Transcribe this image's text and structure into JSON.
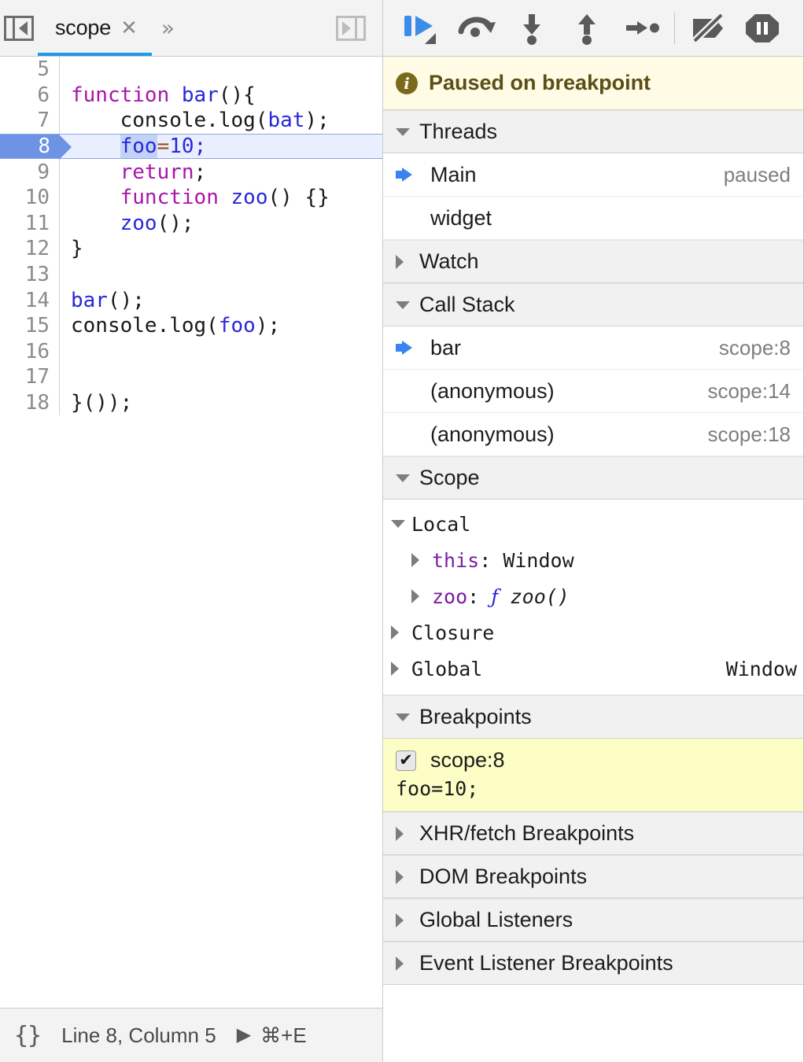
{
  "editor_toolbar": {
    "navigator_toggle_icon": "show-navigator-icon",
    "debugger_toggle_icon": "show-debugger-icon",
    "tabs": [
      {
        "label": "scope",
        "active": true,
        "close_icon": "close-icon"
      }
    ],
    "more_tabs_icon": "chevron-double-right-icon",
    "close_glyph": "✕",
    "more_glyph": "»"
  },
  "code": {
    "lines": [
      {
        "num": "5",
        "tokens": []
      },
      {
        "num": "6",
        "tokens": [
          {
            "t": "function",
            "c": "kw"
          },
          {
            "t": " ",
            "c": "pln"
          },
          {
            "t": "bar",
            "c": "id"
          },
          {
            "t": "(){",
            "c": "pln"
          }
        ]
      },
      {
        "num": "7",
        "tokens": [
          {
            "t": "    console.log(",
            "c": "pln"
          },
          {
            "t": "bat",
            "c": "id"
          },
          {
            "t": ");",
            "c": "pln"
          }
        ]
      },
      {
        "num": "8",
        "paused": true,
        "tokens": [
          {
            "t": "    ",
            "c": "pln"
          },
          {
            "t": "foo",
            "c": "id sel"
          },
          {
            "t": "=",
            "c": "op"
          },
          {
            "t": "10",
            "c": "num"
          },
          {
            "t": ";",
            "c": "num"
          }
        ]
      },
      {
        "num": "9",
        "tokens": [
          {
            "t": "    ",
            "c": "pln"
          },
          {
            "t": "return",
            "c": "kw"
          },
          {
            "t": ";",
            "c": "pln"
          }
        ]
      },
      {
        "num": "10",
        "tokens": [
          {
            "t": "    ",
            "c": "pln"
          },
          {
            "t": "function",
            "c": "kw"
          },
          {
            "t": " ",
            "c": "pln"
          },
          {
            "t": "zoo",
            "c": "id"
          },
          {
            "t": "() {}",
            "c": "pln"
          }
        ]
      },
      {
        "num": "11",
        "tokens": [
          {
            "t": "    ",
            "c": "pln"
          },
          {
            "t": "zoo",
            "c": "id"
          },
          {
            "t": "();",
            "c": "pln"
          }
        ]
      },
      {
        "num": "12",
        "tokens": [
          {
            "t": "}",
            "c": "pln"
          }
        ]
      },
      {
        "num": "13",
        "tokens": []
      },
      {
        "num": "14",
        "tokens": [
          {
            "t": "bar",
            "c": "id"
          },
          {
            "t": "();",
            "c": "pln"
          }
        ]
      },
      {
        "num": "15",
        "tokens": [
          {
            "t": "console.log(",
            "c": "pln"
          },
          {
            "t": "foo",
            "c": "id"
          },
          {
            "t": ");",
            "c": "pln"
          }
        ]
      },
      {
        "num": "16",
        "tokens": []
      },
      {
        "num": "17",
        "tokens": []
      },
      {
        "num": "18",
        "tokens": [
          {
            "t": "}());",
            "c": "pln"
          }
        ]
      }
    ]
  },
  "statusbar": {
    "pretty_print_label": "{}",
    "cursor_position": "Line 8, Column 5",
    "execute_glyph": "▶",
    "execute_shortcut": "⌘+E"
  },
  "debug_toolbar": {
    "buttons": [
      {
        "name": "resume-script-execution-button",
        "icon": "resume-icon"
      },
      {
        "name": "step-over-button",
        "icon": "step-over-icon"
      },
      {
        "name": "step-into-button",
        "icon": "step-into-icon"
      },
      {
        "name": "step-out-button",
        "icon": "step-out-icon"
      },
      {
        "name": "step-button",
        "icon": "step-icon"
      },
      {
        "name": "deactivate-breakpoints-button",
        "icon": "deactivate-breakpoints-icon"
      },
      {
        "name": "pause-on-exceptions-button",
        "icon": "pause-on-exceptions-icon"
      }
    ]
  },
  "banner": {
    "icon": "info-icon",
    "text": "Paused on breakpoint"
  },
  "sections": {
    "threads": {
      "title": "Threads",
      "expanded": true,
      "items": [
        {
          "label": "Main",
          "value": "paused",
          "current": true
        },
        {
          "label": "widget",
          "value": "",
          "current": false
        }
      ]
    },
    "watch": {
      "title": "Watch",
      "expanded": false
    },
    "call_stack": {
      "title": "Call Stack",
      "expanded": true,
      "frames": [
        {
          "label": "bar",
          "value": "scope:8",
          "current": true
        },
        {
          "label": "(anonymous)",
          "value": "scope:14",
          "current": false
        },
        {
          "label": "(anonymous)",
          "value": "scope:18",
          "current": false
        }
      ]
    },
    "scope": {
      "title": "Scope",
      "expanded": true,
      "entries": [
        {
          "label": "Local",
          "expanded": true,
          "depth": 0,
          "kind": "scope"
        },
        {
          "label": "this",
          "value": "Window",
          "expanded": false,
          "depth": 1,
          "kind": "prop"
        },
        {
          "label": "zoo",
          "value": "zoo()",
          "fn_glyph": "ƒ",
          "expanded": false,
          "depth": 1,
          "kind": "fn"
        },
        {
          "label": "Closure",
          "expanded": false,
          "depth": 0,
          "kind": "scope"
        },
        {
          "label": "Global",
          "value": "Window",
          "expanded": false,
          "depth": 0,
          "kind": "scope"
        }
      ]
    },
    "breakpoints": {
      "title": "Breakpoints",
      "expanded": true,
      "items": [
        {
          "checked": true,
          "check_glyph": "✔",
          "location": "scope:8",
          "code": "foo=10;"
        }
      ]
    },
    "xhr_breakpoints": {
      "title": "XHR/fetch Breakpoints",
      "expanded": false
    },
    "dom_breakpoints": {
      "title": "DOM Breakpoints",
      "expanded": false
    },
    "global_listeners": {
      "title": "Global Listeners",
      "expanded": false
    },
    "event_listener_breakpoints": {
      "title": "Event Listener Breakpoints",
      "expanded": false
    }
  },
  "colors": {
    "accent_blue": "#1a9bf0",
    "paused_gutter": "#6e92e4",
    "paused_row": "#e9efff",
    "banner_bg": "#fffbe5",
    "breakpoint_bg": "#fdfdc6",
    "resume_blue": "#3b8ee8",
    "keyword": "#a915a9",
    "identifier": "#2727d8",
    "operator": "#9c4a14",
    "property": "#7a1ea1"
  }
}
